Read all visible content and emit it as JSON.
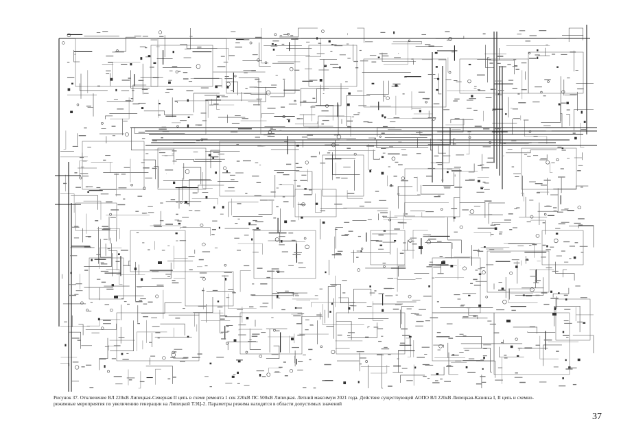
{
  "figure": {
    "caption_line1": "Рисунок 37. Отключение ВЛ 220кВ Липецкая-Северная II цепь в схеме ремонта 1 сек 220кВ ПС 500кВ Липецкая. Летний максимум 2021 года. Действие существующей АОПО ВЛ 220кВ Липецкая-Казинка I, II цепь и схемно-",
    "caption_line2": "режимные мероприятия по увеличению генерации на Липецкой ТЭЦ-2. Параметры режима находятся в области допустимых значений"
  },
  "page": {
    "number": "37"
  },
  "colors": {
    "ink": "#444444",
    "ink_light": "#8a8a8a",
    "paper": "#ffffff"
  }
}
